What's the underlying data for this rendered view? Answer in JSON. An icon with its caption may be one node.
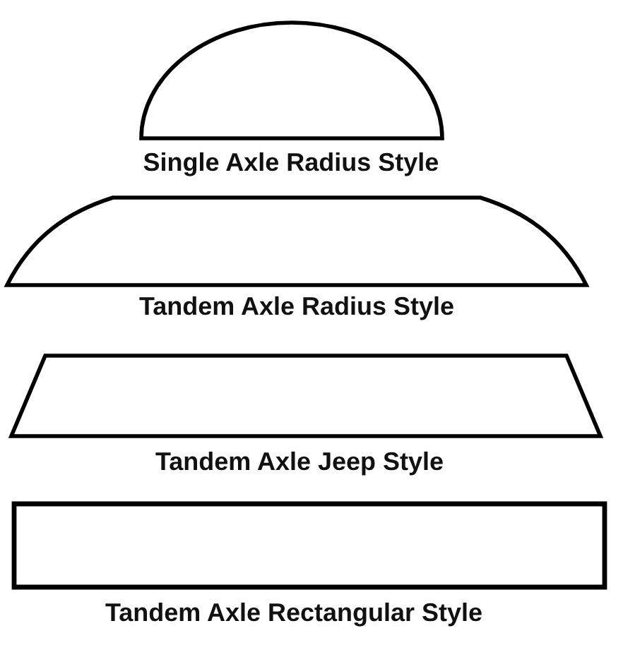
{
  "diagram": {
    "nodes": [
      {
        "text": [
          "Single Axle Radius Style"
        ]
      },
      {
        "text": [
          "Tandem Axle Radius Style"
        ]
      },
      {
        "text": [
          "Tandem Axle Jeep Style"
        ]
      },
      {
        "text": [
          "Tandem Axle Rectangular Style"
        ]
      }
    ]
  }
}
